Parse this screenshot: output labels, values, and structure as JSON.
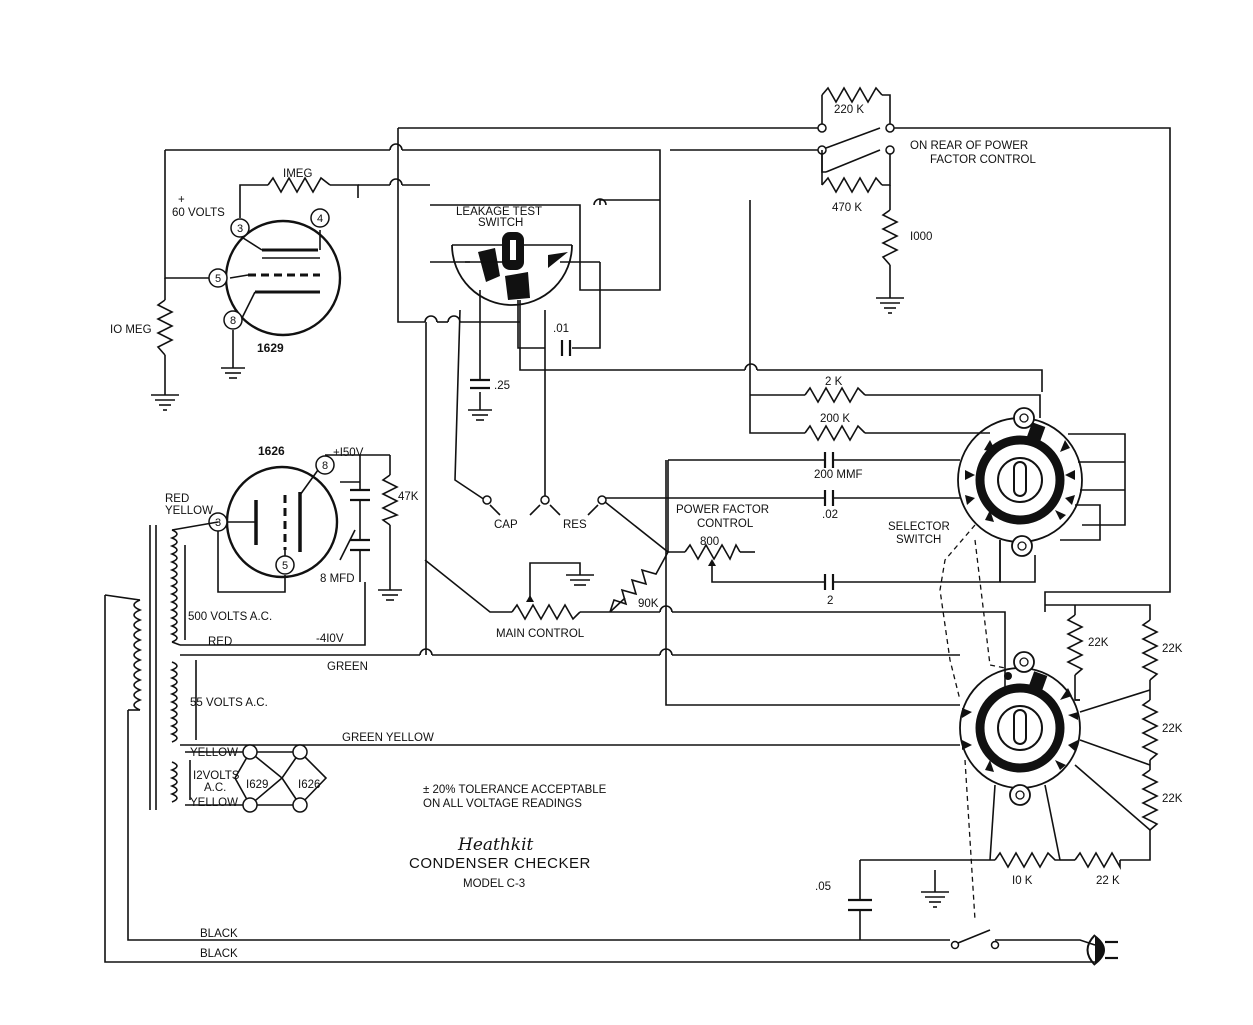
{
  "brand": "Heathkit",
  "title": "CONDENSER CHECKER",
  "model": "MODEL C-3",
  "note": {
    "line1": "± 20% TOLERANCE ACCEPTABLE",
    "line2": "ON ALL VOLTAGE READINGS"
  },
  "tubes": {
    "t1629": {
      "label": "1629",
      "pins": [
        "3",
        "4",
        "5",
        "8"
      ]
    },
    "t1626": {
      "label": "1626",
      "pins": [
        "8",
        "3",
        "5"
      ]
    }
  },
  "labels": {
    "plus": "+",
    "v60": "60 VOLTS",
    "imeg": "IMEG",
    "ten_meg": "IO MEG",
    "plus150": "+I50V",
    "r47k": "47K",
    "mfd8": "8 MFD",
    "red_yellow_1": "RED",
    "red_yellow_2": "YELLOW",
    "v500": "500 VOLTS A.C.",
    "red": "RED",
    "minus410": "-4I0V",
    "green": "GREEN",
    "v55": "55 VOLTS A.C.",
    "green_yellow": "GREEN YELLOW",
    "yellow_top": "YELLOW",
    "v12_1": "I2VOLTS",
    "v12_2": "A.C.",
    "yellow_bot": "YELLOW",
    "h1629": "I629",
    "h1626": "I626",
    "leakage1": "LEAKAGE TEST",
    "leakage2": "SWITCH",
    "c01": ".01",
    "c25": ".25",
    "cap": "CAP",
    "res": "RES",
    "r220k": "220 K",
    "on_rear1": "ON REAR OF POWER",
    "on_rear2": "FACTOR CONTROL",
    "r470k": "470 K",
    "r1000": "I000",
    "r2k": "2 K",
    "r200k": "200 K",
    "c200mmf": "200 MMF",
    "c02": ".02",
    "selector1": "SELECTOR",
    "selector2": "SWITCH",
    "pfc1": "POWER FACTOR",
    "pfc2": "CONTROL",
    "r800": "800",
    "r90k": "90K",
    "main_control": "MAIN CONTROL",
    "c2": "2",
    "r22k_a": "22K",
    "r22k_b": "22K",
    "r22k_c": "22K",
    "r22k_d": "22K",
    "r10k": "I0 K",
    "r22k_e": "22 K",
    "c05": ".05",
    "black1": "BLACK",
    "black2": "BLACK"
  }
}
